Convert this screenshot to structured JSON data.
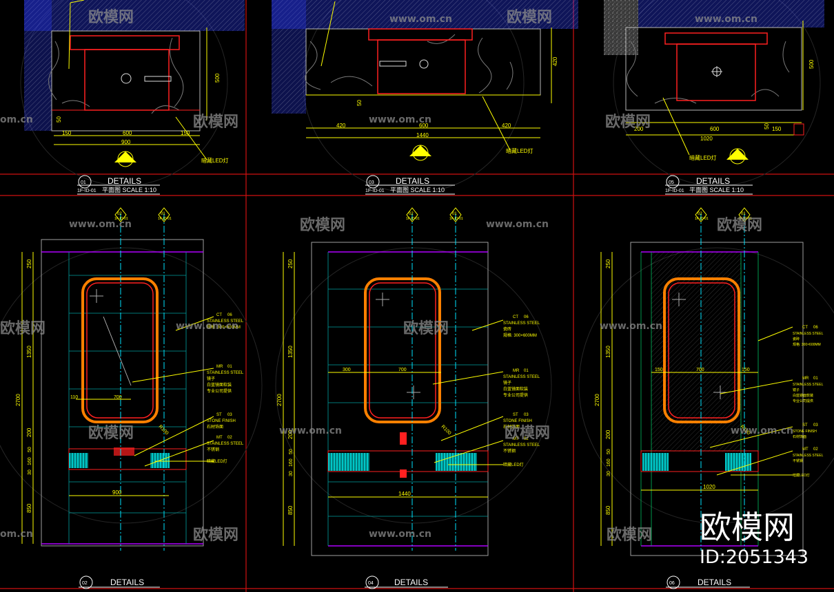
{
  "title_blocks": [
    {
      "num": "01",
      "title": "DETAILS",
      "ref": "1F-ID-01",
      "sub": "平面图  SCALE 1:10"
    },
    {
      "num": "03",
      "title": "DETAILS",
      "ref": "1F-ID-01",
      "sub": "平面图  SCALE 1:10"
    },
    {
      "num": "05",
      "title": "DETAILS",
      "ref": "1F-ID-01",
      "sub": "平面图  SCALE 1:10"
    },
    {
      "num": "02",
      "title": "DETAILS"
    },
    {
      "num": "04",
      "title": "DETAILS"
    },
    {
      "num": "06",
      "title": "DETAILS"
    }
  ],
  "plan_views": [
    {
      "dims_bottom": [
        "150",
        "600",
        "150"
      ],
      "overall": "900",
      "side_dims": [
        "500",
        "50"
      ],
      "marker": "02",
      "note": "暗藏LED灯"
    },
    {
      "dims_bottom": [
        "420",
        "600",
        "420"
      ],
      "overall": "1440",
      "side_dims": [
        "420",
        "50"
      ],
      "marker": "04",
      "note": "暗藏LED灯"
    },
    {
      "dims_bottom": [
        "200",
        "600",
        "150"
      ],
      "overall": "1020",
      "side_dims": [
        "500",
        "50"
      ],
      "marker": "06",
      "note": "暗藏LED灯"
    }
  ],
  "elevations": [
    {
      "sections": [
        {
          "num": "02",
          "ref": "1F-ID-01"
        },
        {
          "num": "01",
          "ref": "1F-ID-01"
        }
      ],
      "vdims": [
        "250",
        "1350",
        "200",
        "50",
        "160",
        "30",
        "850",
        "2700"
      ],
      "hdims": [
        "110",
        "700"
      ],
      "overall": "900",
      "tags": [
        {
          "code": "CT",
          "no": "06",
          "line1": "STAINLESS STEEL",
          "line2": "规格: 300×600MM"
        },
        {
          "code": "MR",
          "no": "01",
          "line1": "STAINLESS STEEL",
          "line2": "镜子",
          "line3": "白蓝镜面软装",
          "line4": "专业公司提供"
        },
        {
          "code": "ST",
          "no": "03",
          "line1": "STONE FINISH",
          "line2": "石材饰面"
        },
        {
          "code": "MT",
          "no": "02",
          "line1": "STAINLESS STEEL",
          "line2": "不锈钢"
        }
      ],
      "led": "暗藏LED灯",
      "radius": "R100"
    },
    {
      "sections": [
        {
          "num": "02",
          "ref": "1F-ID-01"
        },
        {
          "num": "01",
          "ref": "1F-ID-01"
        }
      ],
      "vdims": [
        "250",
        "1350",
        "200",
        "50",
        "160",
        "30",
        "850",
        "2700"
      ],
      "hdims": [
        "300",
        "700"
      ],
      "overall": "1440",
      "tags": [
        {
          "code": "CT",
          "no": "06",
          "line1": "STAINLESS STEEL",
          "line2": "瓷砖",
          "line3": "规格: 300×600MM"
        },
        {
          "code": "MR",
          "no": "01",
          "line1": "STAINLESS STEEL",
          "line2": "镜子",
          "line3": "白蓝镜面软装",
          "line4": "专业公司提供"
        },
        {
          "code": "ST",
          "no": "03",
          "line1": "STONE FINISH",
          "line2": "石材饰面"
        },
        {
          "code": "MT",
          "no": "02",
          "line1": "STAINLESS STEEL",
          "line2": "不锈钢"
        }
      ],
      "led": "暗藏LED灯",
      "radius": "R100"
    },
    {
      "sections": [
        {
          "num": "02",
          "ref": "1F-ID-01"
        },
        {
          "num": "01",
          "ref": "1F-ID-01"
        }
      ],
      "vdims": [
        "250",
        "1350",
        "200",
        "50",
        "160",
        "30",
        "850",
        "2700"
      ],
      "hdims": [
        "150",
        "700",
        "150"
      ],
      "overall": "1020",
      "tags": [
        {
          "code": "CT",
          "no": "06",
          "line1": "STAINLESS STEEL",
          "line2": "瓷砖",
          "line3": "规格: 300×600MM"
        },
        {
          "code": "MR",
          "no": "01",
          "line1": "STAINLESS STEEL",
          "line2": "镜子",
          "line3": "白蓝镜面软装",
          "line4": "专业公司提供"
        },
        {
          "code": "ST",
          "no": "03",
          "line1": "STONE FINISH",
          "line2": "石材饰面"
        },
        {
          "code": "MT",
          "no": "02",
          "line1": "STAINLESS STEEL",
          "line2": "不锈钢"
        }
      ],
      "led": "暗藏LED灯",
      "radius": "R100"
    }
  ],
  "watermark": {
    "logo": "欧模网",
    "url": "www.om.cn",
    "partial": "om.cn"
  },
  "stamp": {
    "brand": "欧模网",
    "id": "ID:2051343"
  },
  "colors": {
    "background": "#000000",
    "dimension": "#ffff00",
    "section_line": "#00e5ff",
    "wall_hatch": "#2c3cff",
    "outline": "#ff2020",
    "tile_grid": "#00a0a0",
    "mirror_frame": "#ff8000",
    "ceiling_line": "#b000ff",
    "light_strip": "#00b0c0"
  }
}
